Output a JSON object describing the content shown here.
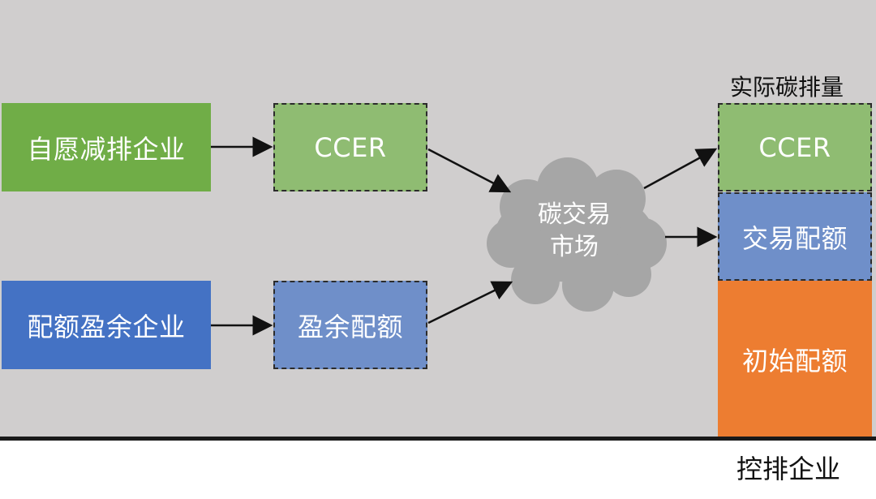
{
  "nodes": {
    "voluntary_company": "自愿减排企业",
    "surplus_company": "配额盈余企业",
    "ccer_left": "CCER",
    "surplus_quota": "盈余配额",
    "market_line1": "碳交易",
    "market_line2": "市场",
    "ccer_right": "CCER",
    "traded_quota": "交易配额",
    "initial_quota": "初始配额"
  },
  "labels": {
    "actual_emissions": "实际碳排量",
    "controlled_company": "控排企业"
  },
  "colors": {
    "background_panel": "#d0cece",
    "green": "#70ad47",
    "light_green": "#8fbc72",
    "blue": "#4472c4",
    "light_blue": "#6f8fc9",
    "orange": "#ed7d31",
    "cloud": "#a6a6a6"
  }
}
